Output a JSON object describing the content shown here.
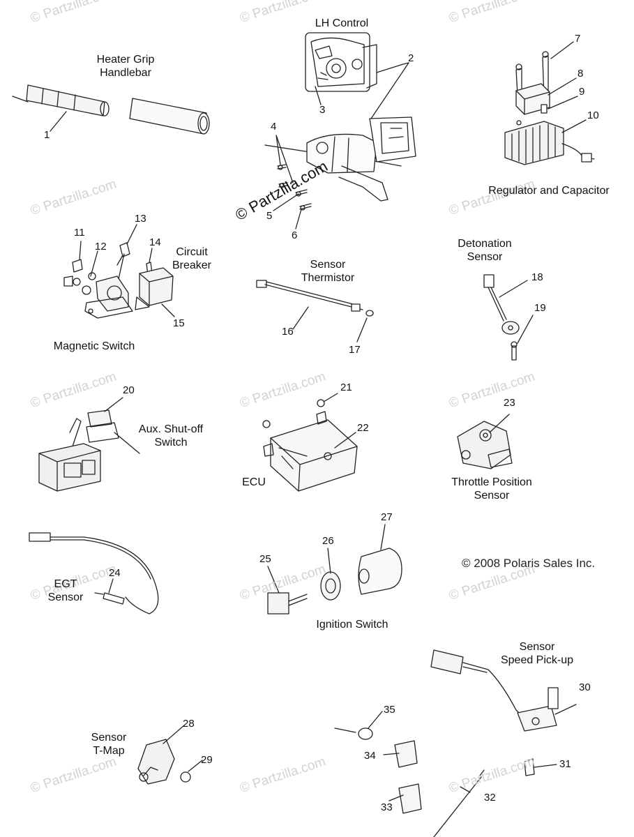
{
  "watermark": "© Partzilla.com",
  "copyright": "© 2008 Polaris Sales Inc.",
  "groups": {
    "heater_grip": [
      "Heater Grip",
      "Handlebar"
    ],
    "lh_control": [
      "LH Control"
    ],
    "regulator": [
      "Regulator and Capacitor"
    ],
    "circuit_breaker": [
      "Circuit",
      "Breaker"
    ],
    "magnetic_switch": [
      "Magnetic Switch"
    ],
    "sensor_thermistor": [
      "Sensor",
      "Thermistor"
    ],
    "detonation_sensor": [
      "Detonation",
      "Sensor"
    ],
    "aux_shutoff": [
      "Aux. Shut-off",
      "Switch"
    ],
    "ecu": [
      "ECU"
    ],
    "throttle_position": [
      "Throttle Position",
      "Sensor"
    ],
    "egt_sensor": [
      "EGT",
      "Sensor"
    ],
    "ignition_switch": [
      "Ignition Switch"
    ],
    "speed_pickup": [
      "Sensor",
      "Speed Pick-up"
    ],
    "tmap_sensor": [
      "Sensor",
      "T-Map"
    ]
  },
  "part_numbers": [
    "1",
    "2",
    "3",
    "4",
    "5",
    "6",
    "7",
    "8",
    "9",
    "10",
    "11",
    "12",
    "13",
    "14",
    "15",
    "16",
    "17",
    "18",
    "19",
    "20",
    "21",
    "22",
    "23",
    "24",
    "25",
    "26",
    "27",
    "28",
    "29",
    "30",
    "31",
    "32",
    "33",
    "34",
    "35"
  ]
}
